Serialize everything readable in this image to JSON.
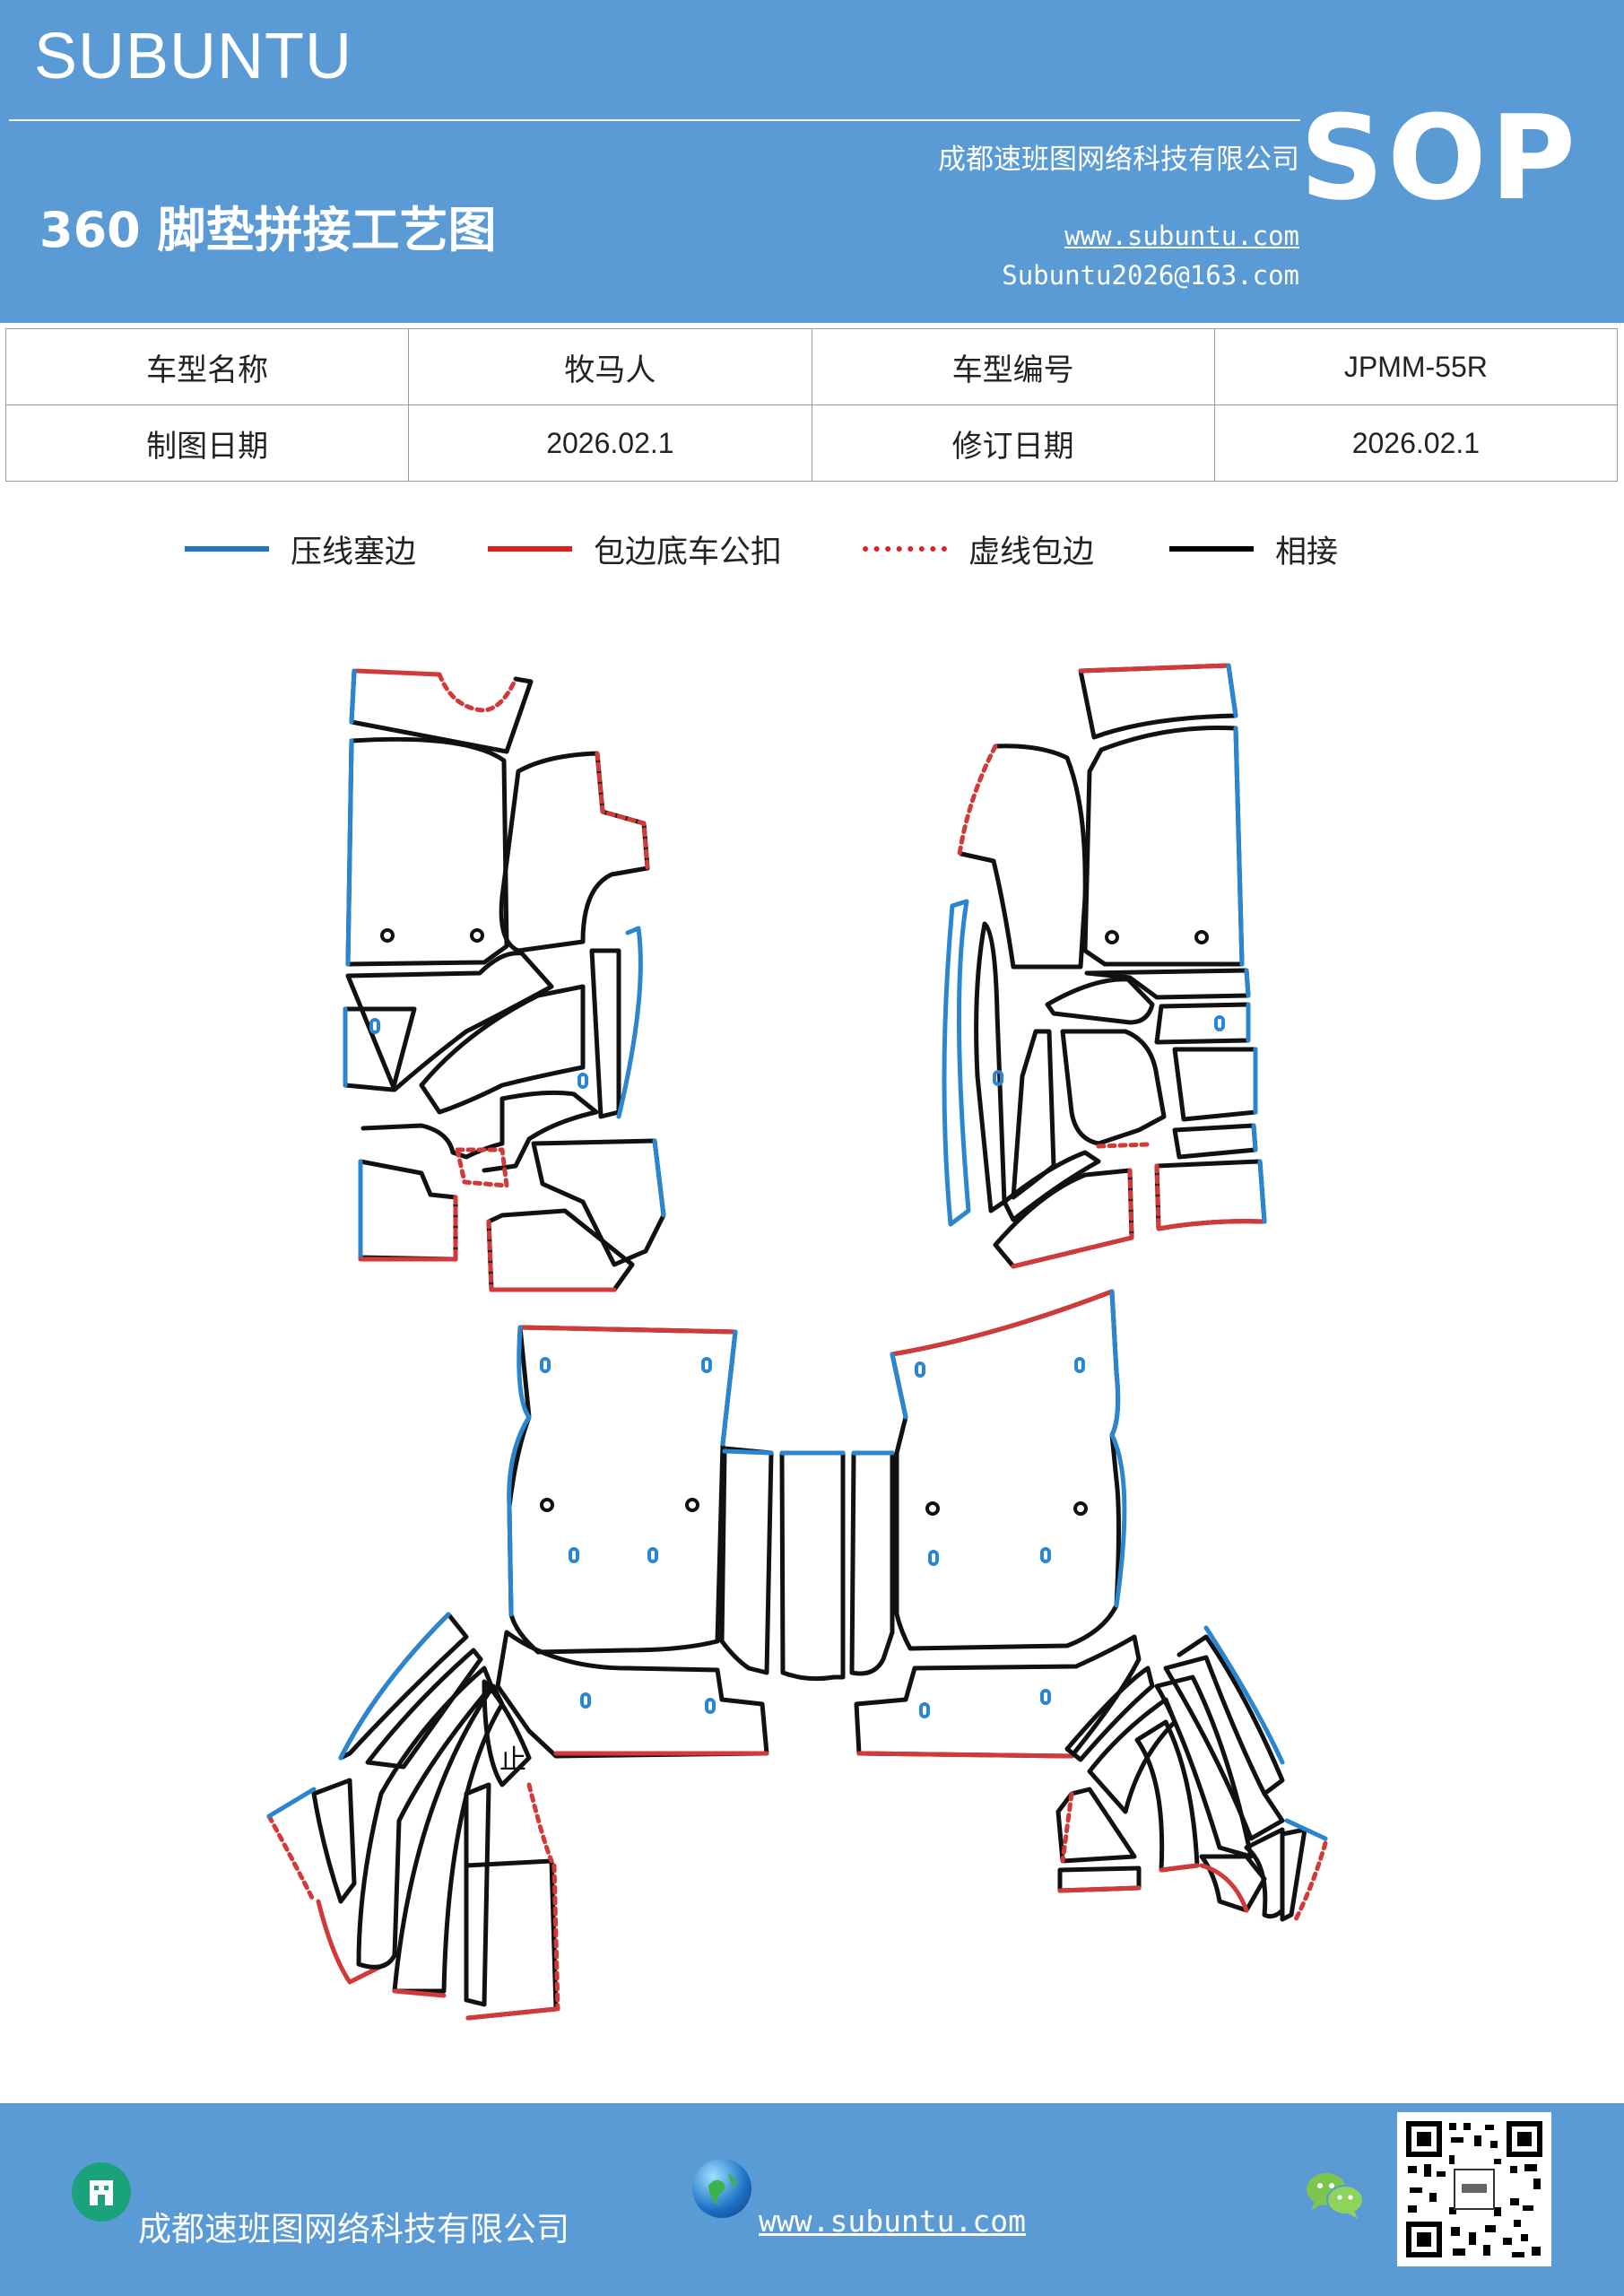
{
  "header": {
    "brand": "SUBUNTU",
    "badge": "SOP",
    "title": "360 脚垫拼接工艺图",
    "company": "成都速班图网络科技有限公司",
    "website": "www.subuntu.com",
    "email": "Subuntu2026@163.com"
  },
  "info_table": {
    "rows": [
      {
        "label1": "车型名称",
        "value1": "牧马人",
        "label2": "车型编号",
        "value2": "JPMM-55R"
      },
      {
        "label1": "制图日期",
        "value1": "2026.02.1",
        "label2": "修订日期",
        "value2": "2026.02.1"
      }
    ]
  },
  "legend": [
    {
      "label": "压线塞边",
      "color": "#1f77c9",
      "style": "solid"
    },
    {
      "label": "包边底车公扣",
      "color": "#e02020",
      "style": "solid"
    },
    {
      "label": "虚线包边",
      "color": "#e02020",
      "style": "dotted"
    },
    {
      "label": "相接",
      "color": "#000000",
      "style": "solid"
    }
  ],
  "diagram": {
    "piece_mark": "止",
    "colors": {
      "press": "#2a86d1",
      "wrap": "#d23a3a",
      "join": "#111111"
    }
  },
  "footer": {
    "company": "成都速班图网络科技有限公司",
    "website": "www.subuntu.com",
    "icons": [
      "building-icon",
      "globe-icon",
      "wechat-icon",
      "qr-code"
    ]
  }
}
